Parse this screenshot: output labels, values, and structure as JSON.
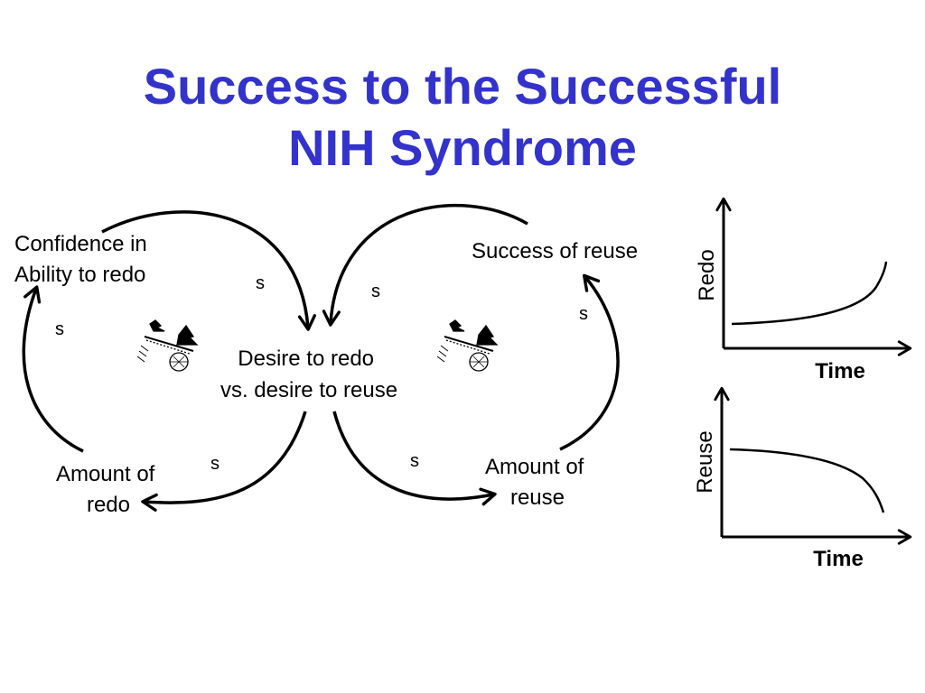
{
  "title": {
    "line1": "Success to the Successful",
    "line2": "NIH Syndrome",
    "color": "#3333cc"
  },
  "nodes": {
    "confidence": [
      "Confidence in",
      "Ability to redo"
    ],
    "desire": [
      "Desire to redo",
      "vs. desire to reuse"
    ],
    "success_reuse": "Success of reuse",
    "amount_redo": [
      "Amount of",
      "redo"
    ],
    "amount_reuse": [
      "Amount of",
      "reuse"
    ]
  },
  "links": {
    "confidence_to_desire": "s",
    "desire_to_amount_redo": "s",
    "amount_redo_to_confidence": "s",
    "success_reuse_to_desire": "s",
    "desire_to_amount_reuse": "s",
    "amount_reuse_to_success_reuse": "s"
  },
  "loop_icons": [
    "seesaw-icon",
    "seesaw-icon"
  ],
  "charts": [
    {
      "ylabel": "Redo",
      "xlabel": "Time",
      "trend": "rising"
    },
    {
      "ylabel": "Reuse",
      "xlabel": "Time",
      "trend": "falling"
    }
  ]
}
